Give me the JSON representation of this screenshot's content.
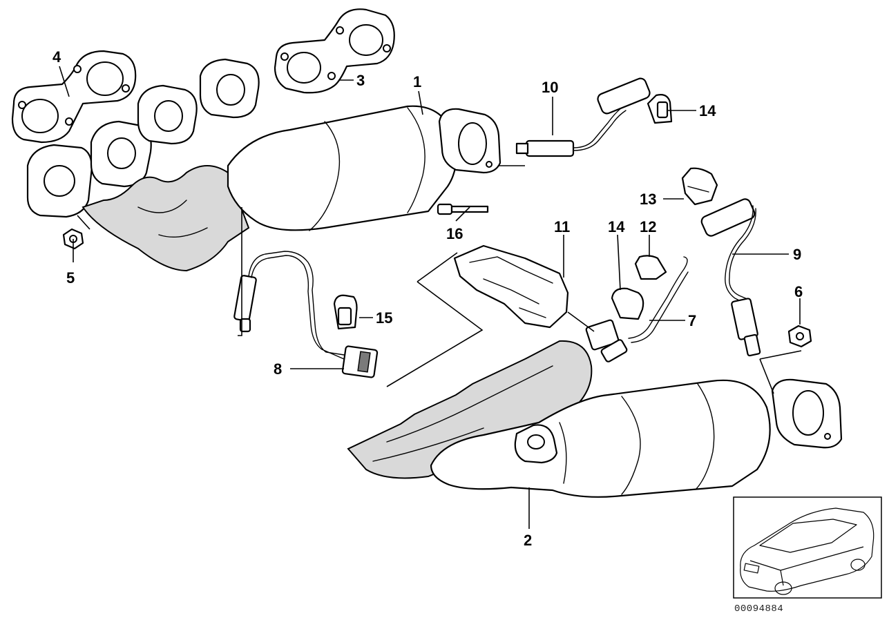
{
  "callouts": [
    {
      "id": "1",
      "text": "1"
    },
    {
      "id": "2",
      "text": "2"
    },
    {
      "id": "3",
      "text": "3"
    },
    {
      "id": "4",
      "text": "4"
    },
    {
      "id": "5",
      "text": "5"
    },
    {
      "id": "6",
      "text": "6"
    },
    {
      "id": "7",
      "text": "7"
    },
    {
      "id": "8",
      "text": "8"
    },
    {
      "id": "9",
      "text": "9"
    },
    {
      "id": "10",
      "text": "10"
    },
    {
      "id": "11",
      "text": "11"
    },
    {
      "id": "12",
      "text": "12"
    },
    {
      "id": "13",
      "text": "13"
    },
    {
      "id": "14a",
      "text": "14"
    },
    {
      "id": "14b",
      "text": "14"
    },
    {
      "id": "15",
      "text": "15"
    },
    {
      "id": "16",
      "text": "16"
    }
  ],
  "diagram_id": "00094884",
  "thumbnail": {
    "icon": "car-outline-icon"
  }
}
